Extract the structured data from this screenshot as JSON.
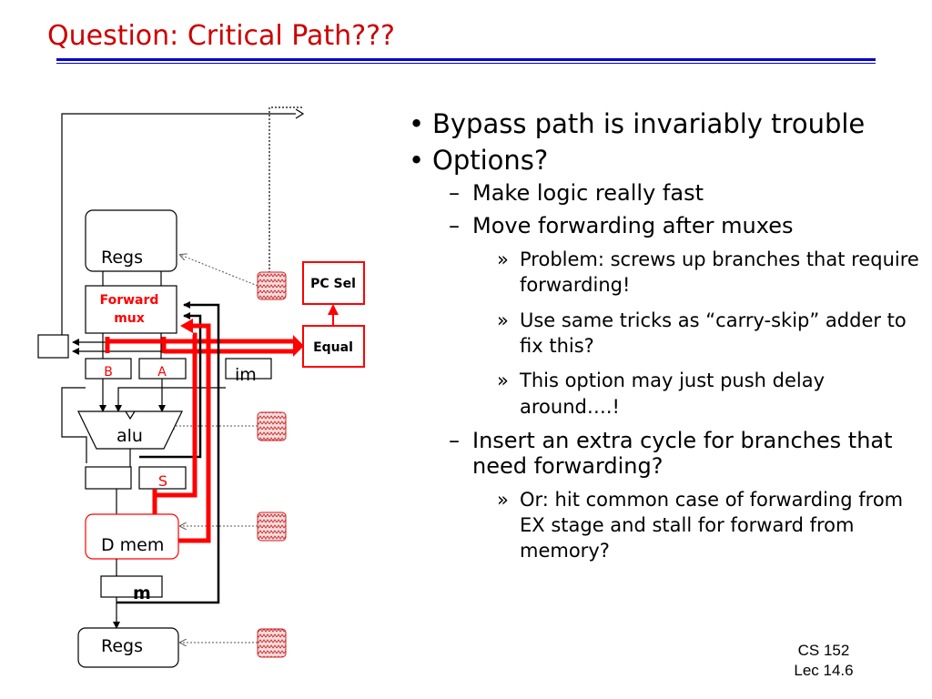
{
  "slide": {
    "title": "Question: Critical Path???",
    "footer_course": "CS 152",
    "footer_lecture": "Lec 14.6"
  },
  "diagram": {
    "regs_top": "Regs",
    "forward_mux_line1": "Forward",
    "forward_mux_line2": "mux",
    "pc_sel": "PC Sel",
    "equal": "Equal",
    "reg_b": "B",
    "reg_a": "A",
    "reg_im": "im",
    "alu": "alu",
    "reg_s": "S",
    "dmem": "D mem",
    "reg_m": "m",
    "regs_bottom": "Regs",
    "colors": {
      "highlight": "#ff0000",
      "stage_fill": "#f2d0d0"
    }
  },
  "bullets": [
    {
      "level": 1,
      "marker": "•",
      "text": "Bypass path is invariably trouble"
    },
    {
      "level": 1,
      "marker": "•",
      "text": "Options?"
    },
    {
      "level": 2,
      "marker": "–",
      "text": "Make logic really fast"
    },
    {
      "level": 2,
      "marker": "–",
      "text": "Move forwarding after muxes"
    },
    {
      "level": 3,
      "marker": "»",
      "text": "Problem: screws up branches that require forwarding!"
    },
    {
      "level": 3,
      "marker": "»",
      "text": "Use same tricks as “carry-skip” adder to fix this?"
    },
    {
      "level": 3,
      "marker": "»",
      "text": "This option may just push delay around….!"
    },
    {
      "level": 2,
      "marker": "–",
      "text": "Insert an extra cycle for branches that need forwarding?"
    },
    {
      "level": 3,
      "marker": "»",
      "text": "Or: hit common case of forwarding from EX stage and stall for forward from memory?"
    }
  ]
}
